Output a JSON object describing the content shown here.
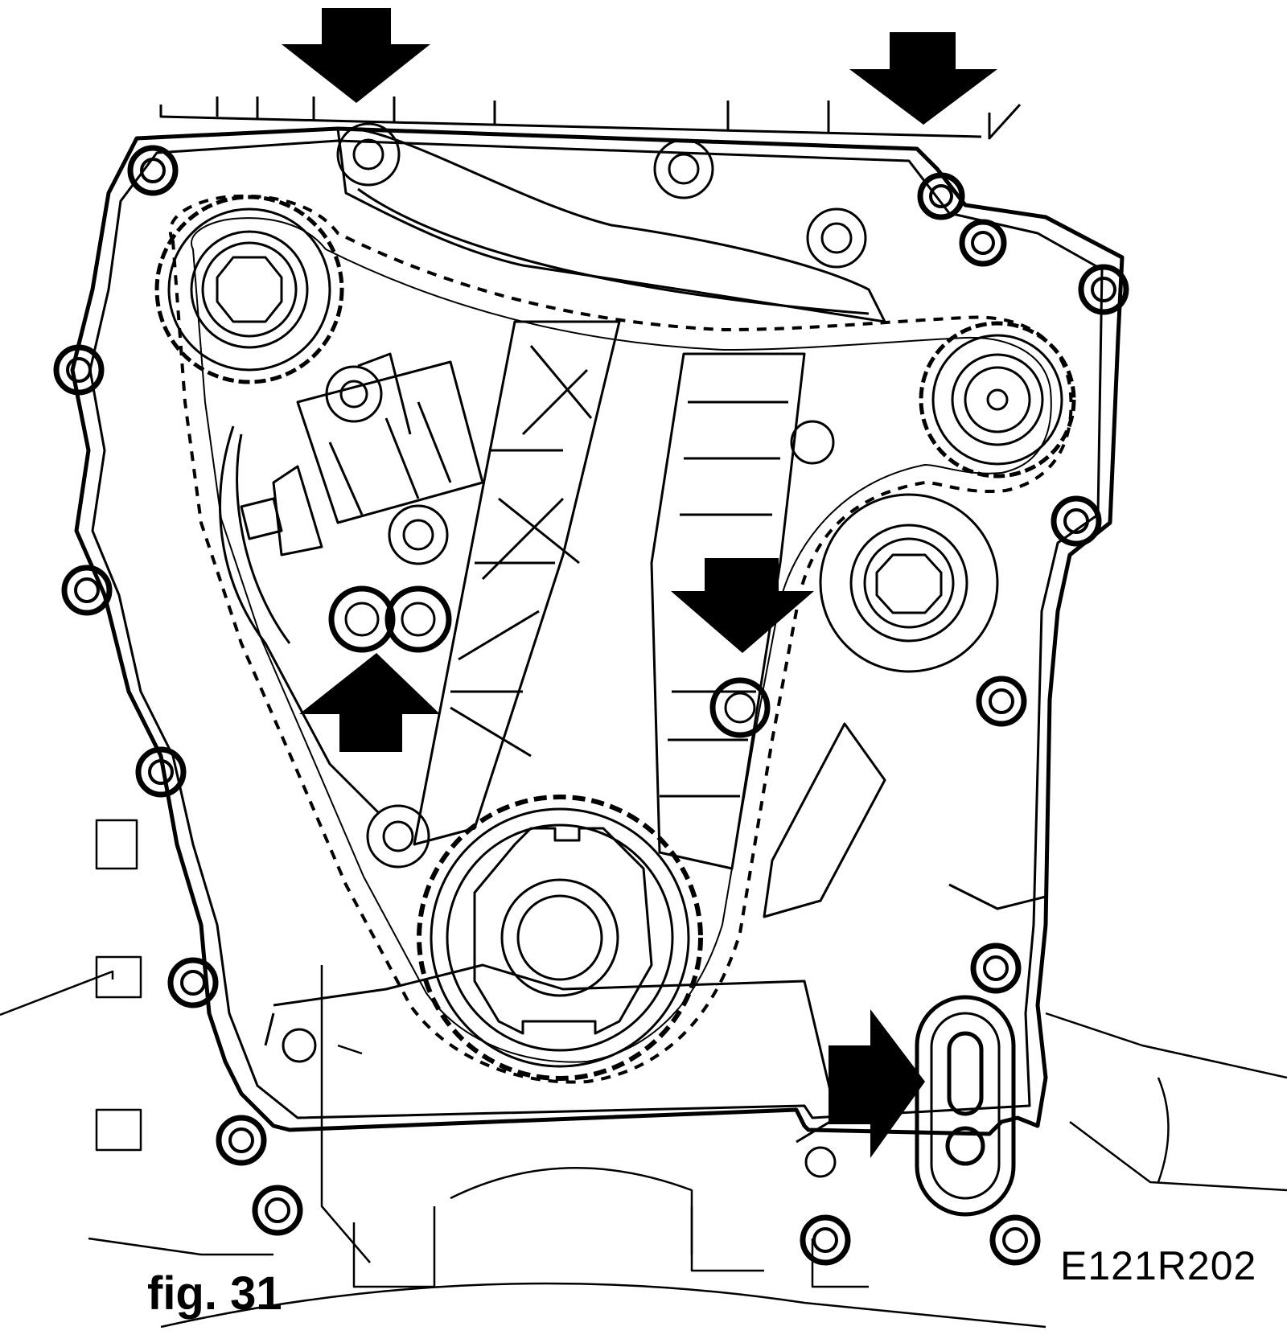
{
  "figure": {
    "label": "fig. 31",
    "reference_code": "E121R202",
    "indicator_arrows": [
      "arrow-down",
      "arrow-down",
      "arrow-down",
      "arrow-up",
      "arrow-right"
    ]
  }
}
